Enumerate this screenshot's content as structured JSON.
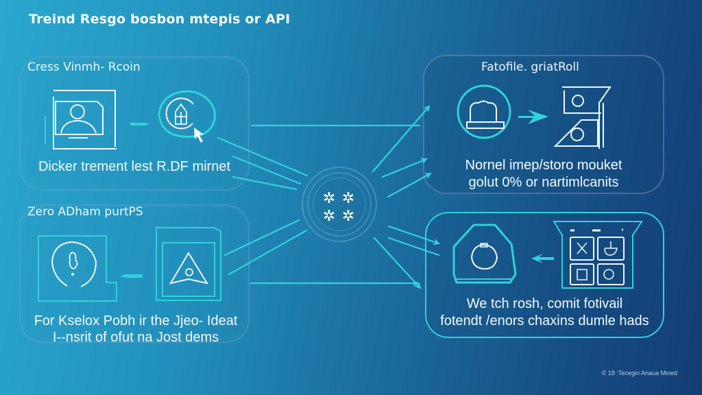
{
  "title": "Treind Resgo bosbon mtepis or API",
  "colors": {
    "accent_cyan": "#31d2d9",
    "line_white": "#eef8ff",
    "bg_left": "#2aa8cf",
    "bg_right": "#133c74"
  },
  "panels": [
    {
      "id": "top-left",
      "label": "Cress Vinmh- Rcoin",
      "text_lines": [
        "Dicker trement lest R.DF mirnet"
      ],
      "icons": [
        "user-profile-icon",
        "arrow-right-icon",
        "search-home-icon",
        "cursor-icon"
      ]
    },
    {
      "id": "bottom-left",
      "label": "Zero ADham purtPS",
      "text_lines": [
        "For Kselox Pobh ir the Jjeo- Ideat",
        "I--nsrit of ofut na Jost dems"
      ],
      "icons": [
        "gear-circle-icon",
        "arrow-left-icon",
        "triangle-document-icon"
      ]
    },
    {
      "id": "top-right",
      "label": "Fatofile. griatRoll",
      "text_lines": [
        "Nornel imep/storo mouket",
        "golut 0% or nartimlcanits"
      ],
      "icons": [
        "server-circle-icon",
        "arrow-right-icon",
        "folder-split-icon"
      ]
    },
    {
      "id": "bottom-right",
      "label": "",
      "text_lines": [
        "We tch rosh, comit fotivail",
        "fotendt /enors chaxins dumle hads"
      ],
      "icons": [
        "octagon-device-icon",
        "arrow-left-icon",
        "app-grid-box-icon"
      ]
    }
  ],
  "hub": {
    "icon": "snowflake-cluster-icon"
  },
  "footer": "© 18 :Tecegin Anaua Mined"
}
